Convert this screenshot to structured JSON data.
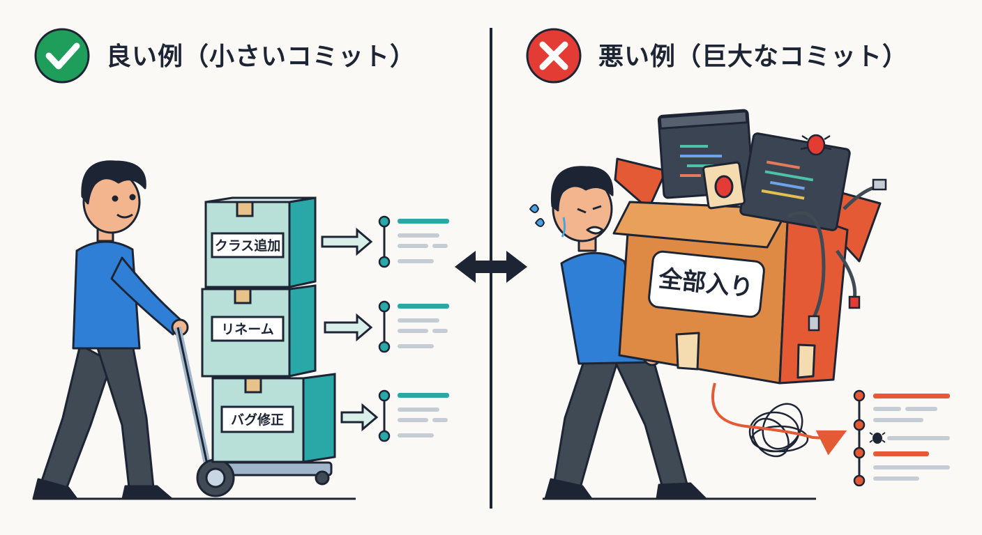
{
  "good": {
    "title": "良い例（小さいコミット）",
    "icon": "check-icon",
    "boxes": [
      {
        "label": "クラス追加"
      },
      {
        "label": "リネーム"
      },
      {
        "label": "バグ修正"
      }
    ],
    "accent": "#2aa8a8",
    "badge_color": "#1f9d5a"
  },
  "bad": {
    "title": "悪い例（巨大なコミット）",
    "icon": "cross-icon",
    "box_label": "全部入り",
    "accent": "#e35a34",
    "badge_color": "#e23c34"
  },
  "divider_icon": "double-arrow-icon"
}
